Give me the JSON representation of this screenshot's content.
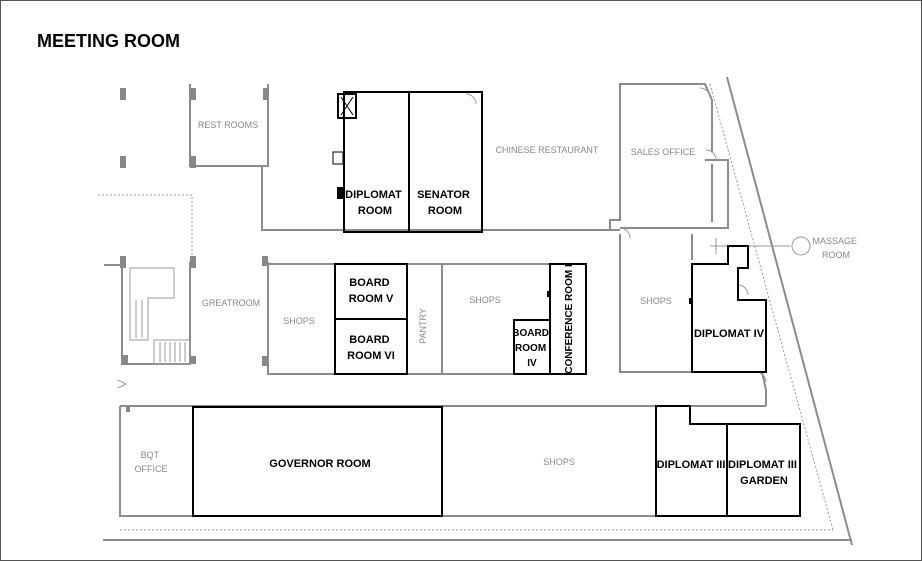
{
  "title": "MEETING ROOM",
  "rooms": {
    "diplomat": [
      "DIPLOMAT",
      "ROOM"
    ],
    "senator": [
      "SENATOR",
      "ROOM"
    ],
    "board_v": [
      "BOARD",
      "ROOM V"
    ],
    "board_vi": [
      "BOARD",
      "ROOM VI"
    ],
    "board_iv": [
      "BOARD",
      "ROOM",
      "IV"
    ],
    "conference_i": "CONFERENCE ROOM I",
    "diplomat_iv": "DIPLOMAT IV",
    "governor": "GOVERNOR ROOM",
    "diplomat_iii": "DIPLOMAT III",
    "diplomat_iii_garden": [
      "DIPLOMAT III",
      "GARDEN"
    ]
  },
  "areas": {
    "rest_rooms": "REST ROOMS",
    "chinese_restaurant": "CHINESE RESTAURANT",
    "sales_office": "SALES OFFICE",
    "massage_room": [
      "MASSAGE",
      "ROOM"
    ],
    "greatroom": "GREATROOM",
    "shops": "SHOPS",
    "pantry": "PANTRY",
    "bqt_office": [
      "BQT",
      "OFFICE"
    ]
  }
}
